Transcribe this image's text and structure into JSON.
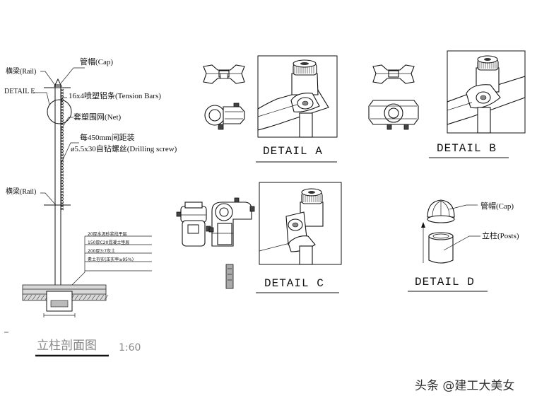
{
  "section": {
    "label_cap": "管帽(Cap)",
    "label_rail_top": "横梁(Rail)",
    "label_detail_e": "DETAIL E",
    "label_tension": "16x4喷塑铝条(Tension Bars)",
    "label_net": "套塑围网(Net)",
    "label_spacing": "每450mm间距装",
    "label_screw": "ø5.5x30自钻螺丝(Drilling screw)",
    "label_rail_bottom": "横梁(Rail)",
    "layers": [
      "20厚水泥砂浆找平层",
      "150厚C20混凝土垫层",
      "200厚3:7灰土",
      "素土夯实(压实率≥95%)"
    ],
    "title": "立柱剖面图",
    "scale": "1:60"
  },
  "details": {
    "a": "DETAIL A",
    "b": "DETAIL B",
    "c": "DETAIL C",
    "d": "DETAIL D"
  },
  "detail_d": {
    "label_cap": "管帽(Cap)",
    "label_posts": "立柱(Posts)"
  },
  "watermark": "头条 @建工大美女"
}
